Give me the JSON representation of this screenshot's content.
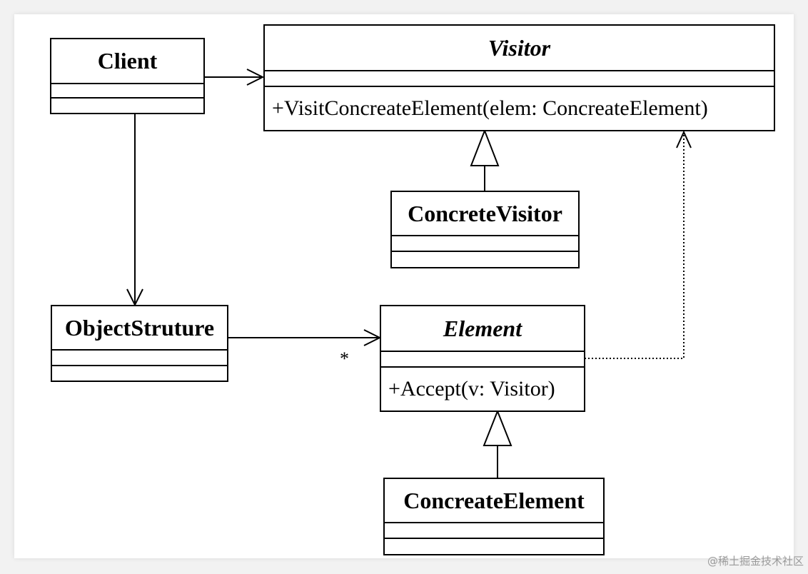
{
  "diagram": {
    "classes": {
      "client": {
        "name": "Client",
        "attributes": [],
        "operations": []
      },
      "visitor": {
        "name": "Visitor",
        "abstract": true,
        "attributes": [],
        "operations": [
          "+VisitConcreateElement(elem: ConcreateElement)"
        ]
      },
      "concrete_visitor": {
        "name": "ConcreteVisitor",
        "attributes": [],
        "operations": []
      },
      "object_structure": {
        "name": "ObjectStruture",
        "attributes": [],
        "operations": []
      },
      "element": {
        "name": "Element",
        "abstract": true,
        "attributes": [],
        "operations": [
          "+Accept(v: Visitor)"
        ]
      },
      "concrete_element": {
        "name": "ConcreateElement",
        "attributes": [],
        "operations": []
      }
    },
    "relationships": [
      {
        "from": "Client",
        "to": "Visitor",
        "type": "association"
      },
      {
        "from": "Client",
        "to": "ObjectStruture",
        "type": "association"
      },
      {
        "from": "ObjectStruture",
        "to": "Element",
        "type": "association",
        "multiplicity": "*"
      },
      {
        "from": "ConcreteVisitor",
        "to": "Visitor",
        "type": "generalization"
      },
      {
        "from": "ConcreateElement",
        "to": "Element",
        "type": "generalization"
      },
      {
        "from": "Element",
        "to": "Visitor",
        "type": "dependency"
      }
    ],
    "multiplicity_label": "*"
  },
  "watermark": "@稀土掘金技术社区",
  "colors": {
    "line": "#000000",
    "page": "#ffffff",
    "backdrop": "#f2f2f2",
    "watermark": "#9a9a9a"
  }
}
